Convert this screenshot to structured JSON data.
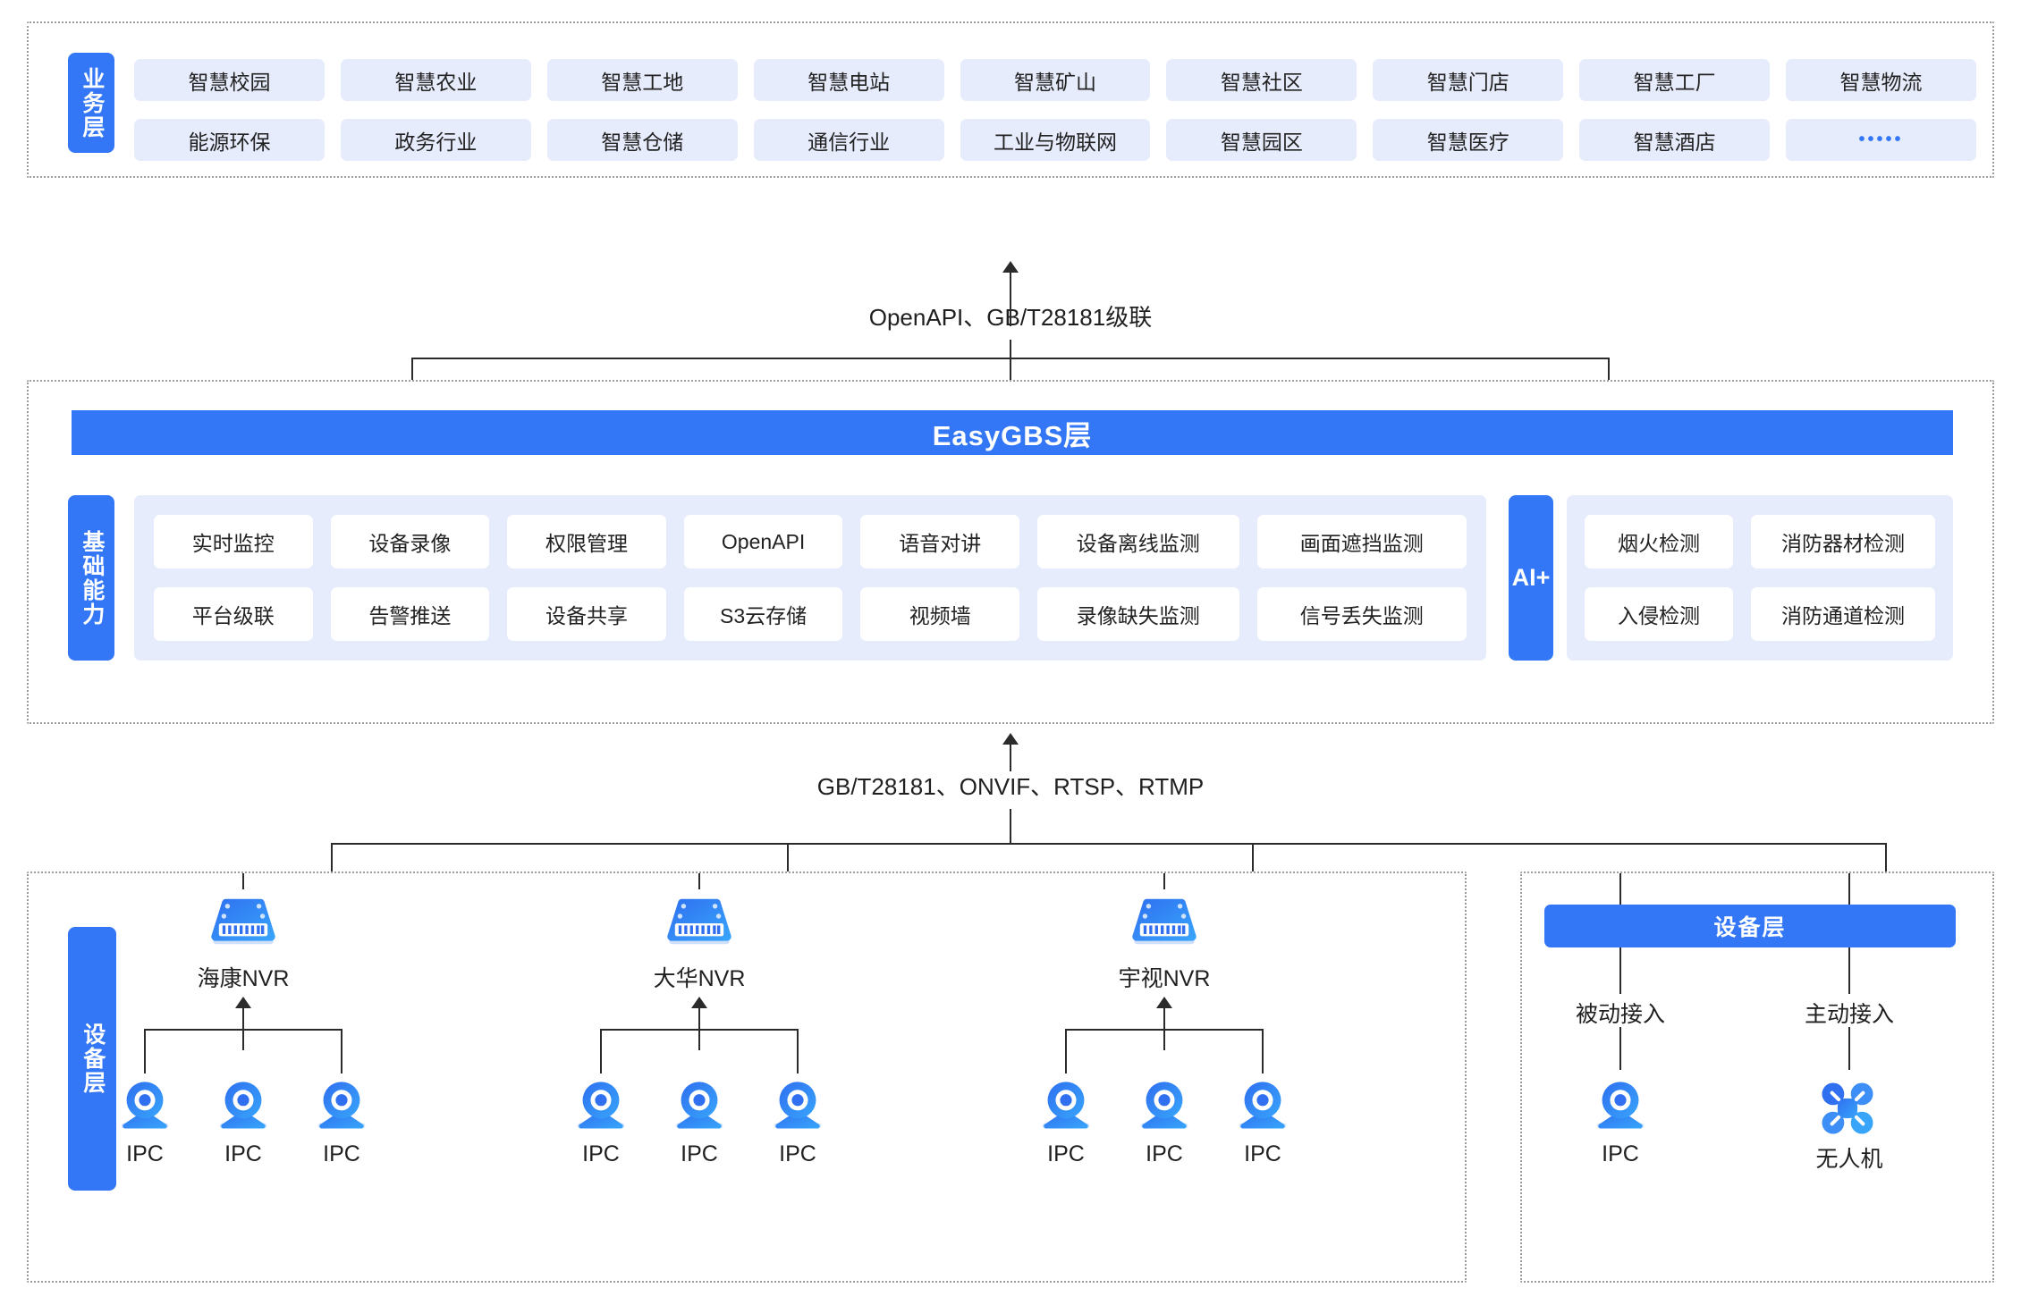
{
  "business_layer": {
    "side_label": "业务层",
    "items": [
      "智慧校园",
      "智慧农业",
      "智慧工地",
      "智慧电站",
      "智慧矿山",
      "智慧社区",
      "智慧门店",
      "智慧工厂",
      "智慧物流",
      "能源环保",
      "政务行业",
      "智慧仓储",
      "通信行业",
      "工业与物联网",
      "智慧园区",
      "智慧医疗",
      "智慧酒店",
      "•••••"
    ]
  },
  "connectors": {
    "top": "OpenAPI、GB/T28181级联",
    "bottom": "GB/T28181、ONVIF、RTSP、RTMP"
  },
  "platform_layer": {
    "title": "EasyGBS层",
    "capability_side_label": "基础能力",
    "capabilities": [
      "实时监控",
      "设备录像",
      "权限管理",
      "OpenAPI",
      "语音对讲",
      "设备离线监测",
      "画面遮挡监测",
      "平台级联",
      "告警推送",
      "设备共享",
      "S3云存储",
      "视频墙",
      "录像缺失监测",
      "信号丢失监测"
    ],
    "ai_label": "AI+",
    "ai_items": [
      "烟火检测",
      "消防器材检测",
      "入侵检测",
      "消防通道检测"
    ]
  },
  "device_layer": {
    "side_label": "设备层",
    "nvr_groups": [
      {
        "name": "海康NVR",
        "icon": "nvr-icon",
        "cameras": [
          "IPC",
          "IPC",
          "IPC"
        ]
      },
      {
        "name": "大华NVR",
        "icon": "nvr-icon",
        "cameras": [
          "IPC",
          "IPC",
          "IPC"
        ]
      },
      {
        "name": "宇视NVR",
        "icon": "nvr-icon",
        "cameras": [
          "IPC",
          "IPC",
          "IPC"
        ]
      }
    ],
    "right_panel": {
      "title": "设备层",
      "branches": [
        {
          "access": "被动接入",
          "device": "IPC",
          "icon": "camera-icon"
        },
        {
          "access": "主动接入",
          "device": "无人机",
          "icon": "drone-icon"
        }
      ]
    }
  },
  "colors": {
    "brand_blue": "#3377f6",
    "panel_blue": "#e7ecfd",
    "line": "#2b2b2b",
    "dashed_border": "#9b9b9b",
    "white": "#ffffff"
  }
}
